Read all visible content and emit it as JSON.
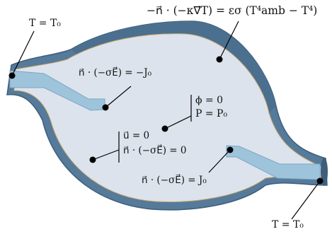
{
  "labels": {
    "radiation_bc": "−n⃗ · (−κ∇⃗T) = εσ (T⁴amb − T⁴)",
    "temp_left": "T = T₀",
    "temp_right": "T = T₀",
    "current_out": "n⃗ · (−σE⃗) = −J₀",
    "current_in": "n⃗ · (−σE⃗) = J₀",
    "potential": "ϕ = 0",
    "pressure": "P = P₀",
    "no_slip": "u⃗ = 0",
    "insulation": "n⃗ · (−σE⃗) = 0"
  },
  "colors": {
    "shell_outer": "#567a9a",
    "shell_edge": "#3d5e7c",
    "cavity_fill": "#dde3ec",
    "electrode": "#9ec4dc",
    "pointer": "#000000"
  }
}
